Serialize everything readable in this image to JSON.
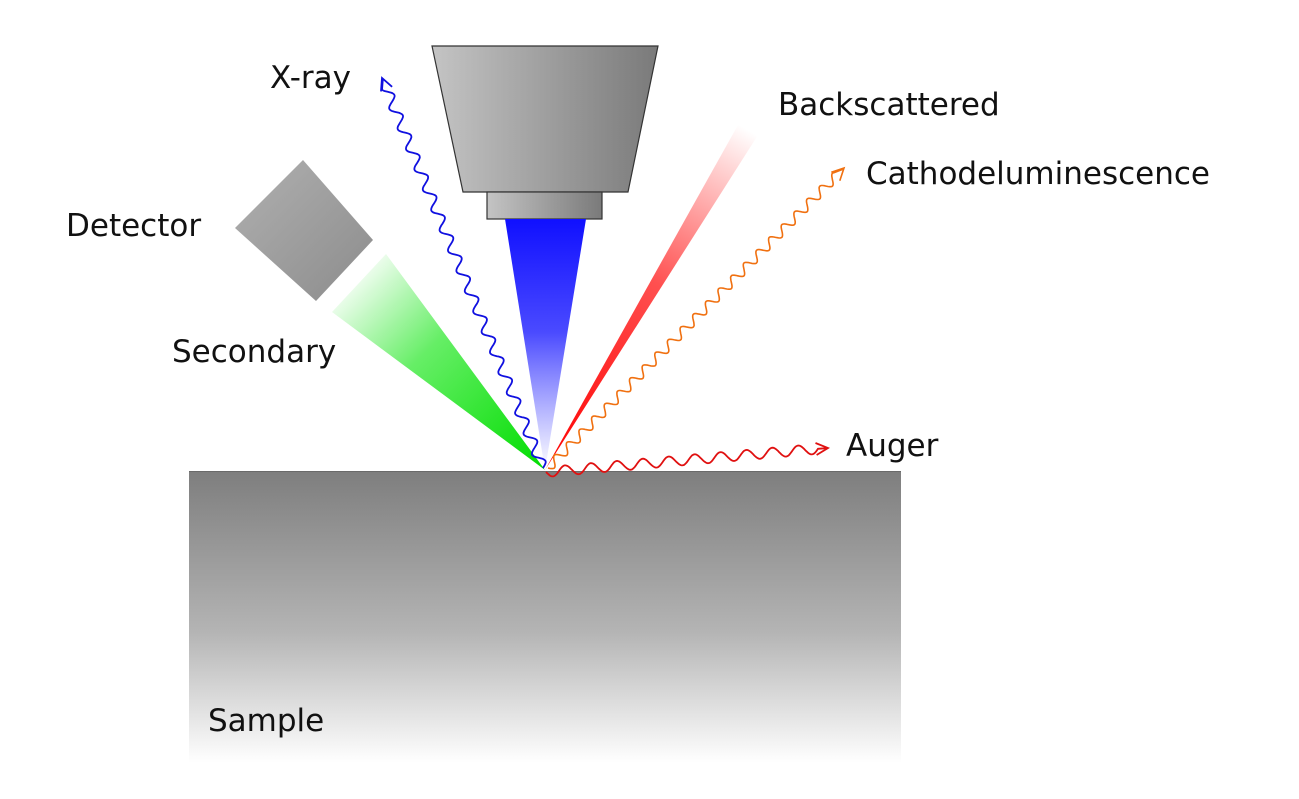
{
  "labels": {
    "xray": "X-ray",
    "backscattered": "Backscattered",
    "cathodoluminescence": "Cathodeluminescence",
    "detector": "Detector",
    "secondary": "Secondary",
    "auger": "Auger",
    "sample": "Sample"
  },
  "colors": {
    "xray": "#1010e0",
    "electron_beam": "#1515ff",
    "backscattered": "#ff2020",
    "cathodoluminescence": "#f07010",
    "secondary": "#00dd00",
    "auger": "#e01010",
    "detector": "#a8a8a8",
    "sample_top": "#808080",
    "objective_lens": "#9a9a9a"
  }
}
